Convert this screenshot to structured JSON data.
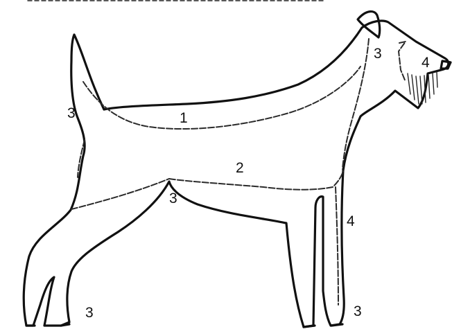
{
  "labels": {
    "back": "1",
    "side": "2",
    "tail": "3",
    "head": "3",
    "face": "4",
    "elbow": "3",
    "front_leg": "4",
    "hind_feet": "3",
    "front_feet": "3"
  },
  "colors": {
    "line": "#111111",
    "background": "#ffffff"
  }
}
